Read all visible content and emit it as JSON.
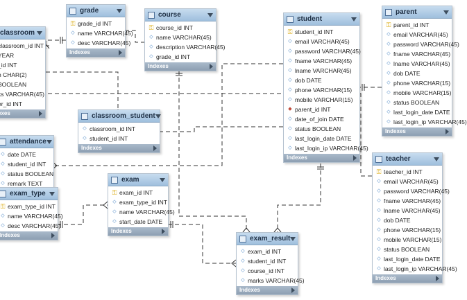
{
  "indexes_label": "Indexes",
  "tables": [
    {
      "id": "classroom",
      "name": "classroom",
      "columns": [
        {
          "icon": "diamond",
          "text": "classroom_id INT"
        },
        {
          "icon": "diamond",
          "text": "YEAR"
        },
        {
          "icon": "diamond",
          "text": "_id INT"
        },
        {
          "icon": "diamond",
          "text": "n CHAR(2)"
        },
        {
          "icon": "diamond",
          "text": "BOOLEAN"
        },
        {
          "icon": "diamond",
          "text": "ks VARCHAR(45)"
        },
        {
          "icon": "diamond",
          "text": "er_id INT"
        }
      ]
    },
    {
      "id": "grade",
      "name": "grade",
      "columns": [
        {
          "icon": "key",
          "text": "grade_id INT"
        },
        {
          "icon": "diamond",
          "text": "name VARCHAR(45)"
        },
        {
          "icon": "diamond",
          "text": "desc VARCHAR(45)"
        }
      ]
    },
    {
      "id": "course",
      "name": "course",
      "columns": [
        {
          "icon": "key",
          "text": "course_id INT"
        },
        {
          "icon": "diamond",
          "text": "name VARCHAR(45)"
        },
        {
          "icon": "diamond",
          "text": "description VARCHAR(45)"
        },
        {
          "icon": "diamond",
          "text": "grade_id INT"
        }
      ]
    },
    {
      "id": "student",
      "name": "student",
      "columns": [
        {
          "icon": "key",
          "text": "student_id INT"
        },
        {
          "icon": "diamond",
          "text": "email VARCHAR(45)"
        },
        {
          "icon": "diamond",
          "text": "password VARCHAR(45)"
        },
        {
          "icon": "diamond",
          "text": "fname VARCHAR(45)"
        },
        {
          "icon": "diamond",
          "text": "lname VARCHAR(45)"
        },
        {
          "icon": "diamond",
          "text": "dob DATE"
        },
        {
          "icon": "diamond",
          "text": "phone VARCHAR(15)"
        },
        {
          "icon": "diamond",
          "text": "mobile VARCHAR(15)"
        },
        {
          "icon": "fk",
          "text": "parent_id INT"
        },
        {
          "icon": "diamond",
          "text": "date_of_join DATE"
        },
        {
          "icon": "diamond",
          "text": "status BOOLEAN"
        },
        {
          "icon": "diamond",
          "text": "last_login_date DATE"
        },
        {
          "icon": "diamond",
          "text": "last_login_ip VARCHAR(45)"
        }
      ]
    },
    {
      "id": "parent",
      "name": "parent",
      "columns": [
        {
          "icon": "key",
          "text": "parent_id INT"
        },
        {
          "icon": "diamond",
          "text": "email VARCHAR(45)"
        },
        {
          "icon": "diamond",
          "text": "password VARCHAR(45)"
        },
        {
          "icon": "diamond",
          "text": "fname VARCHAR(45)"
        },
        {
          "icon": "diamond",
          "text": "lname VARCHAR(45)"
        },
        {
          "icon": "diamond",
          "text": "dob DATE"
        },
        {
          "icon": "diamond",
          "text": "phone VARCHAR(15)"
        },
        {
          "icon": "diamond",
          "text": "mobile VARCHAR(15)"
        },
        {
          "icon": "diamond",
          "text": "status BOOLEAN"
        },
        {
          "icon": "diamond",
          "text": "last_login_date DATE"
        },
        {
          "icon": "diamond",
          "text": "last_login_ip VARCHAR(45)"
        }
      ]
    },
    {
      "id": "classroom_student",
      "name": "classroom_student",
      "columns": [
        {
          "icon": "diamond",
          "text": "classroom_id INT"
        },
        {
          "icon": "diamond",
          "text": "student_id INT"
        }
      ]
    },
    {
      "id": "attendance",
      "name": "attendance",
      "columns": [
        {
          "icon": "diamond",
          "text": "date DATE"
        },
        {
          "icon": "diamond",
          "text": "student_id INT"
        },
        {
          "icon": "diamond",
          "text": "status BOOLEAN"
        },
        {
          "icon": "diamond",
          "text": "remark TEXT"
        }
      ]
    },
    {
      "id": "exam_type",
      "name": "exam_type",
      "columns": [
        {
          "icon": "key",
          "text": "exam_type_id INT"
        },
        {
          "icon": "diamond",
          "text": "name VARCHAR(45)"
        },
        {
          "icon": "diamond",
          "text": "desc VARCHAR(45)"
        }
      ]
    },
    {
      "id": "exam",
      "name": "exam",
      "columns": [
        {
          "icon": "key",
          "text": "exam_id INT"
        },
        {
          "icon": "diamond",
          "text": "exam_type_id INT"
        },
        {
          "icon": "diamond",
          "text": "name VARCHAR(45)"
        },
        {
          "icon": "diamond",
          "text": "start_date DATE"
        }
      ]
    },
    {
      "id": "exam_result",
      "name": "exam_result",
      "columns": [
        {
          "icon": "diamond",
          "text": "exam_id INT"
        },
        {
          "icon": "diamond",
          "text": "student_id INT"
        },
        {
          "icon": "diamond",
          "text": "course_id INT"
        },
        {
          "icon": "diamond",
          "text": "marks VARCHAR(45)"
        }
      ]
    },
    {
      "id": "teacher",
      "name": "teacher",
      "columns": [
        {
          "icon": "key",
          "text": "teacher_id INT"
        },
        {
          "icon": "diamond",
          "text": "email VARCHAR(45)"
        },
        {
          "icon": "diamond",
          "text": "password VARCHAR(45)"
        },
        {
          "icon": "diamond",
          "text": "fname VARCHAR(45)"
        },
        {
          "icon": "diamond",
          "text": "lname VARCHAR(45)"
        },
        {
          "icon": "diamond",
          "text": "dob DATE"
        },
        {
          "icon": "diamond",
          "text": "phone VARCHAR(15)"
        },
        {
          "icon": "diamond",
          "text": "mobile VARCHAR(15)"
        },
        {
          "icon": "diamond",
          "text": "status BOOLEAN"
        },
        {
          "icon": "diamond",
          "text": "last_login_date DATE"
        },
        {
          "icon": "diamond",
          "text": "last_login_ip VARCHAR(45)"
        }
      ]
    }
  ],
  "colors": {
    "header_top": "#c7dcef",
    "header_bottom": "#9fbfdd",
    "indexes_bar": "#9aabbe",
    "line": "#333333",
    "key": "#d8a500",
    "diamond": "#3a7cc0",
    "fk": "#c04a3a"
  }
}
